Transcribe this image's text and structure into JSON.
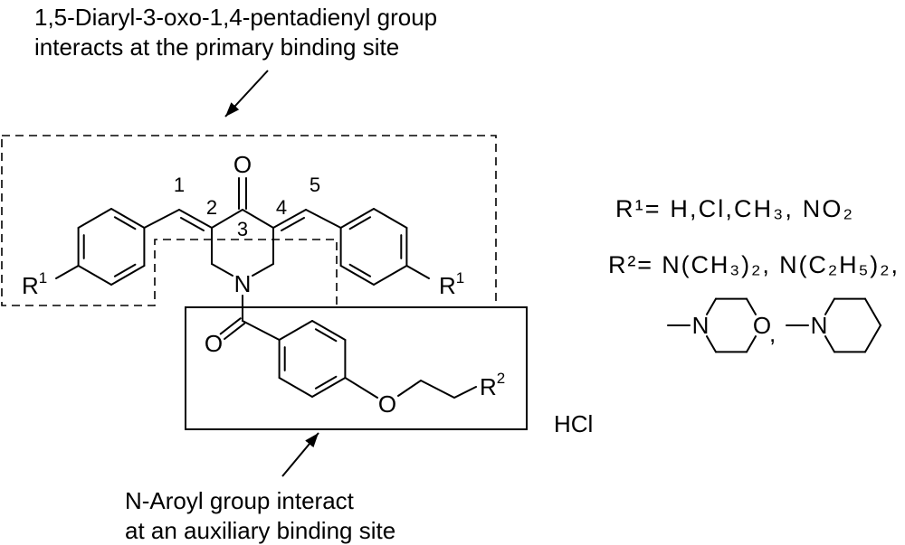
{
  "annotations": {
    "primary_site": {
      "line1": "1,5-Diaryl-3-oxo-1,4-pentadienyl group",
      "line2": "interacts at the primary binding site"
    },
    "auxiliary_site": {
      "line1": "N-Aroyl group interact",
      "line2": "at an auxiliary binding site"
    }
  },
  "structure": {
    "ketone_oxygen": "O",
    "position_labels": [
      "1",
      "2",
      "3",
      "4",
      "5"
    ],
    "ring_nitrogen": "N",
    "left_aryl_substituent": {
      "symbol": "R",
      "index": "1"
    },
    "right_aryl_substituent": {
      "symbol": "R",
      "index": "1"
    },
    "amide_oxygen": "O",
    "ether_oxygen": "O",
    "chain_substituent": {
      "symbol": "R",
      "index": "2"
    },
    "salt": "HCl"
  },
  "substituents": {
    "r1_definition": "R¹= H,Cl,CH₃, NO₂",
    "r2_definition": "R²= N(CH₃)₂, N(C₂H₅)₂,",
    "morpholino": {
      "nitrogen": "N",
      "oxygen": "O"
    },
    "separator": ",",
    "piperidino": {
      "nitrogen": "N"
    }
  }
}
